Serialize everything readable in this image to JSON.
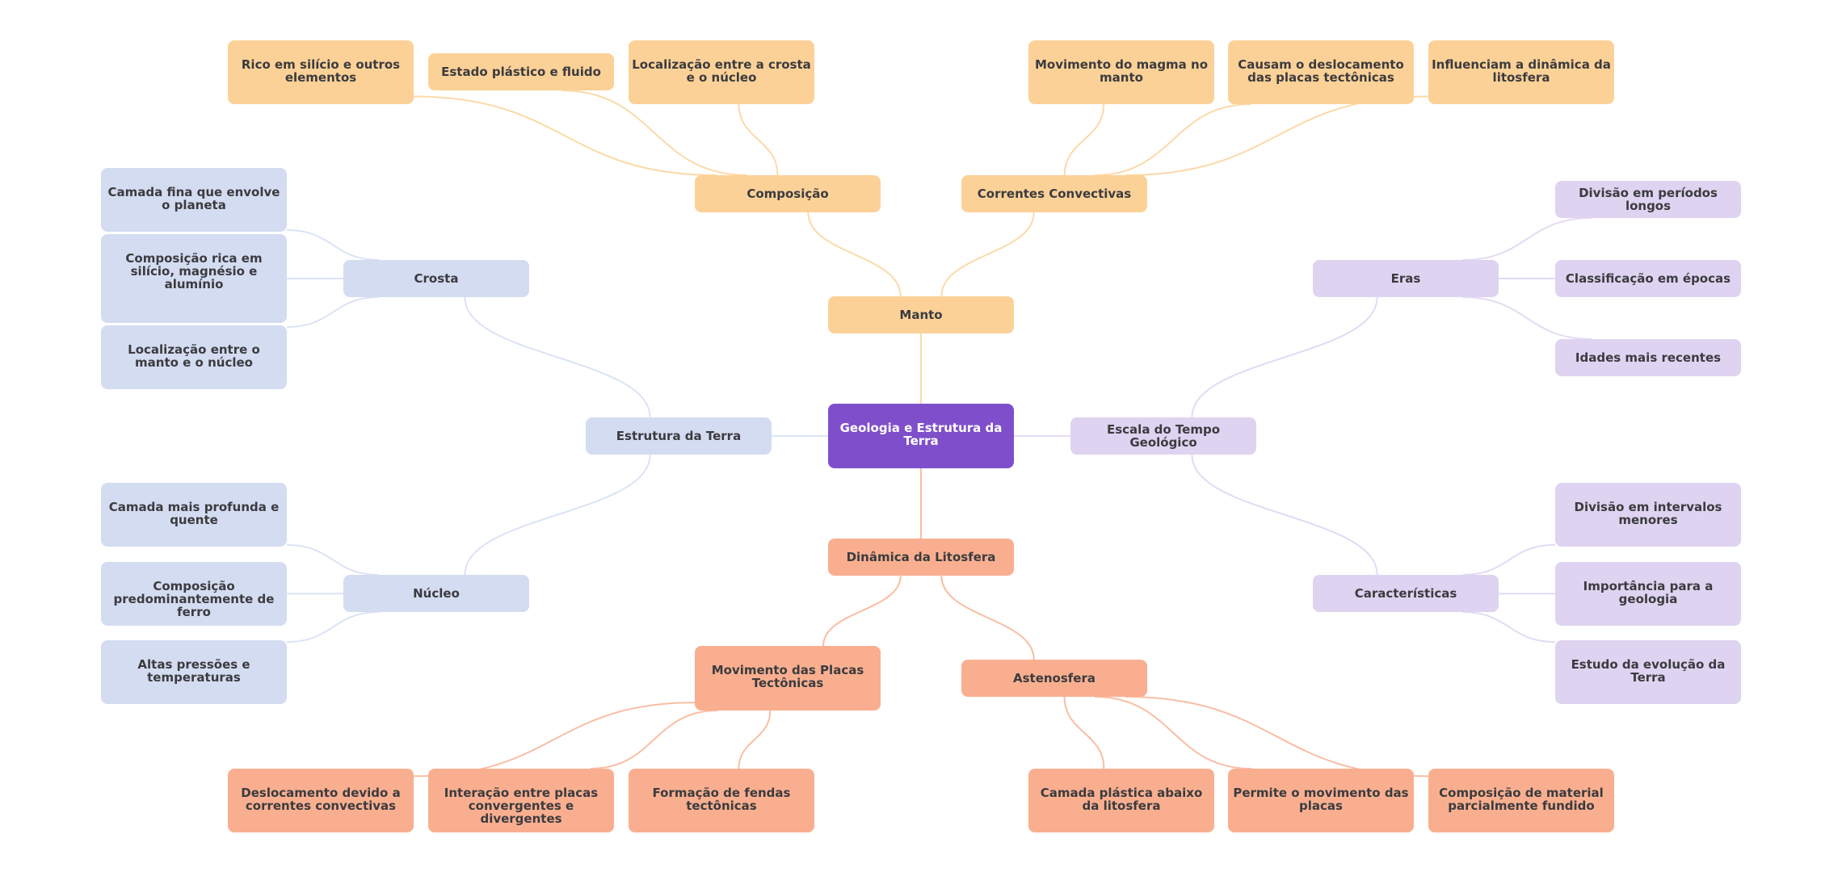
{
  "mindmap": {
    "colors": {
      "root": "#7f4fcb",
      "estrutura": "#d4dcf1",
      "manto": "#fcd197",
      "dinamica": "#f9af8f",
      "escala": "#ded3f0",
      "edge_estrutura": "#dbe3f5",
      "edge_manto": "#fcd9a8",
      "edge_dinamica": "#f8bea4",
      "edge_escala": "#e3daf4",
      "text": "#3b3b3f",
      "root_text": "#ffffff"
    },
    "root": {
      "id": "root",
      "label": "Geologia e Estrutura da Terra"
    },
    "branches": [
      {
        "id": "manto",
        "label": "Manto",
        "color_key": "manto",
        "children": [
          {
            "id": "composicao",
            "label": "Composição",
            "children": [
              {
                "id": "rico",
                "label": "Rico em silício e outros elementos"
              },
              {
                "id": "estado",
                "label": "Estado plástico e fluido"
              },
              {
                "id": "loc_crosta_nucleo",
                "label": "Localização entre a crosta e o núcleo"
              }
            ]
          },
          {
            "id": "correntes",
            "label": "Correntes Convectivas",
            "children": [
              {
                "id": "magma",
                "label": "Movimento do magma no manto"
              },
              {
                "id": "causam",
                "label": "Causam o deslocamento das placas tectônicas"
              },
              {
                "id": "influenciam",
                "label": "Influenciam a dinâmica da litosfera"
              }
            ]
          }
        ]
      },
      {
        "id": "estrutura",
        "label": "Estrutura da Terra",
        "color_key": "estrutura",
        "children": [
          {
            "id": "crosta",
            "label": "Crosta",
            "children": [
              {
                "id": "camada_fina",
                "label": "Camada fina que envolve o planeta"
              },
              {
                "id": "comp_rica",
                "label": "Composição rica em silício, magnésio e alumínio"
              },
              {
                "id": "loc_manto_nucleo",
                "label": "Localização entre o manto e o núcleo"
              }
            ]
          },
          {
            "id": "nucleo",
            "label": "Núcleo",
            "children": [
              {
                "id": "camada_profunda",
                "label": "Camada mais profunda e quente"
              },
              {
                "id": "comp_ferro",
                "label": "Composição predominantemente de ferro"
              },
              {
                "id": "altas_pressoes",
                "label": "Altas pressões e temperaturas"
              }
            ]
          }
        ]
      },
      {
        "id": "escala",
        "label": "Escala do Tempo Geológico",
        "color_key": "escala",
        "children": [
          {
            "id": "eras",
            "label": "Eras",
            "children": [
              {
                "id": "periodos",
                "label": "Divisão em períodos longos"
              },
              {
                "id": "epocas",
                "label": "Classificação em épocas"
              },
              {
                "id": "idades",
                "label": "Idades mais recentes"
              }
            ]
          },
          {
            "id": "caracteristicas",
            "label": "Características",
            "children": [
              {
                "id": "intervalos",
                "label": "Divisão em intervalos menores"
              },
              {
                "id": "importancia",
                "label": "Importância para a geologia"
              },
              {
                "id": "evolucao",
                "label": "Estudo da evolução da Terra"
              }
            ]
          }
        ]
      },
      {
        "id": "dinamica",
        "label": "Dinâmica da Litosfera",
        "color_key": "dinamica",
        "children": [
          {
            "id": "mov_placas",
            "label": "Movimento das Placas Tectônicas",
            "children": [
              {
                "id": "deslocamento",
                "label": "Deslocamento devido a correntes convectivas"
              },
              {
                "id": "interacao",
                "label": "Interação entre placas convergentes e divergentes"
              },
              {
                "id": "fendas",
                "label": "Formação de fendas tectônicas"
              }
            ]
          },
          {
            "id": "astenosfera",
            "label": "Astenosfera",
            "children": [
              {
                "id": "camada_plastica",
                "label": "Camada plástica abaixo da litosfera"
              },
              {
                "id": "permite",
                "label": "Permite o movimento das placas"
              },
              {
                "id": "comp_material",
                "label": "Composição de material parcialmente fundido"
              }
            ]
          }
        ]
      }
    ]
  }
}
